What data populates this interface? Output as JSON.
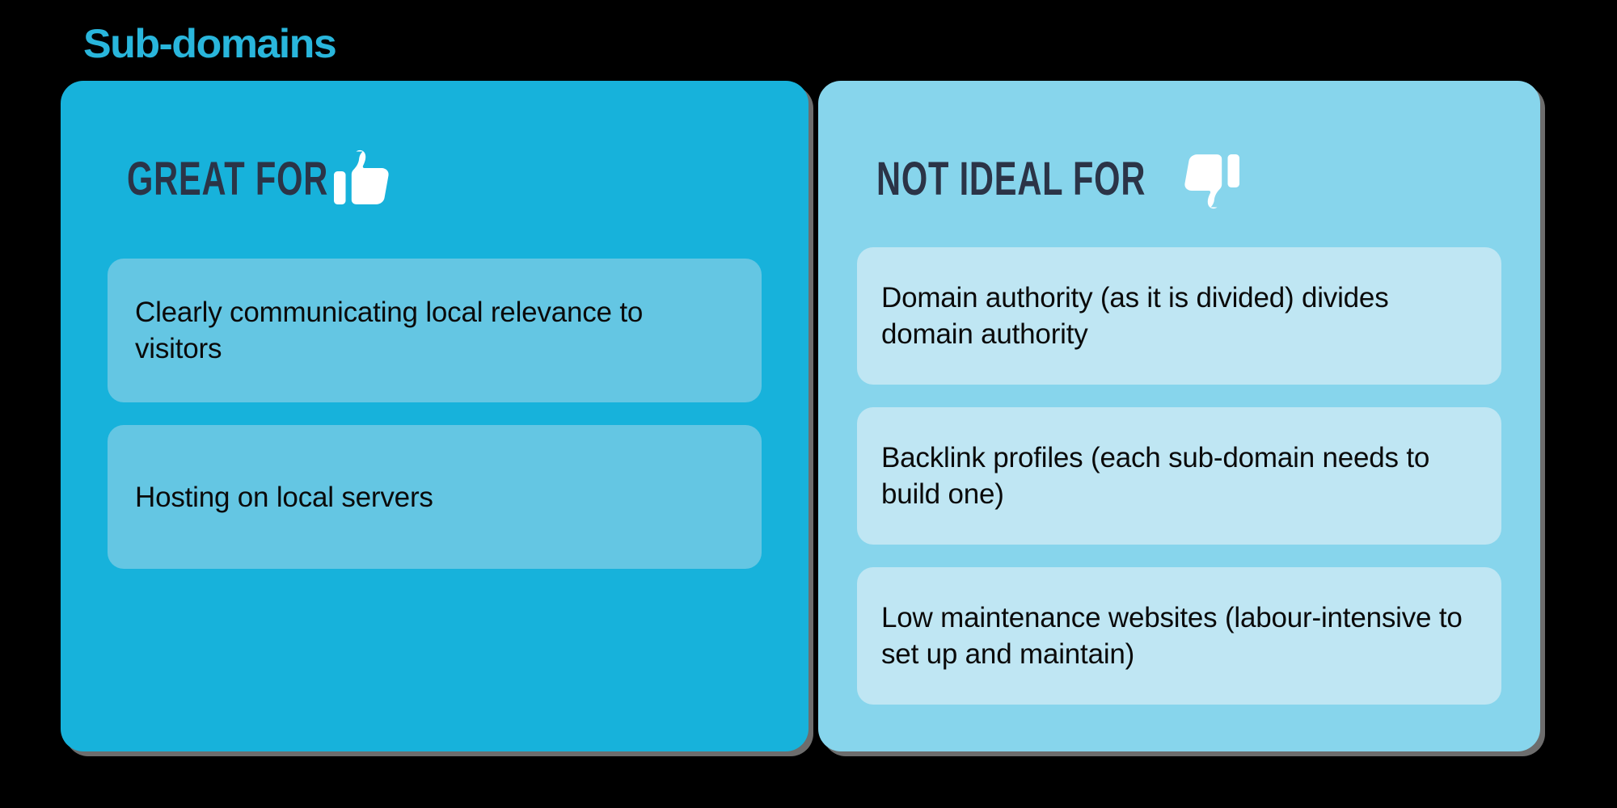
{
  "page": {
    "title": "Sub-domains",
    "title_color": "#29B6DC",
    "background_color": "#000000"
  },
  "panels": [
    {
      "id": "great-for",
      "header_label": "GREAT FOR",
      "header_icon": "thumbs-up-icon",
      "panel_color": "#17B2DB",
      "box_color": "#64C6E3",
      "text_color": "#2B3447",
      "items": [
        {
          "text": "Clearly communicating local relevance to visitors"
        },
        {
          "text": "Hosting on local servers"
        }
      ]
    },
    {
      "id": "not-ideal-for",
      "header_label": "NOT IDEAL FOR",
      "header_icon": "thumbs-down-icon",
      "panel_color": "#87D5EC",
      "box_color": "#BFE6F3",
      "text_color": "#2B3447",
      "items": [
        {
          "text": "Domain authority (as it is divided) divides domain authority"
        },
        {
          "text": "Backlink profiles (each sub-domain needs to build one)"
        },
        {
          "text": "Low maintenance websites (labour-intensive to set up and maintain)"
        }
      ]
    }
  ]
}
